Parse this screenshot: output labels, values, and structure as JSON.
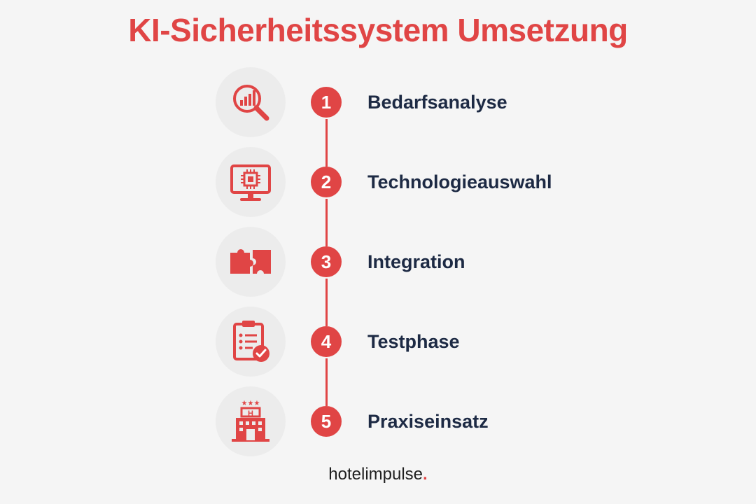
{
  "title": "KI-Sicherheitssystem Umsetzung",
  "accent_color": "#e04545",
  "text_color": "#1d2a44",
  "steps": [
    {
      "number": "1",
      "label": "Bedarfsanalyse",
      "icon": "magnifier-bar-chart-icon"
    },
    {
      "number": "2",
      "label": "Technologieauswahl",
      "icon": "monitor-chip-icon"
    },
    {
      "number": "3",
      "label": "Integration",
      "icon": "puzzle-pieces-icon"
    },
    {
      "number": "4",
      "label": "Testphase",
      "icon": "clipboard-check-icon"
    },
    {
      "number": "5",
      "label": "Praxiseinsatz",
      "icon": "hotel-building-icon"
    }
  ],
  "brand": {
    "text": "hotelimpulse",
    "dot": "."
  }
}
